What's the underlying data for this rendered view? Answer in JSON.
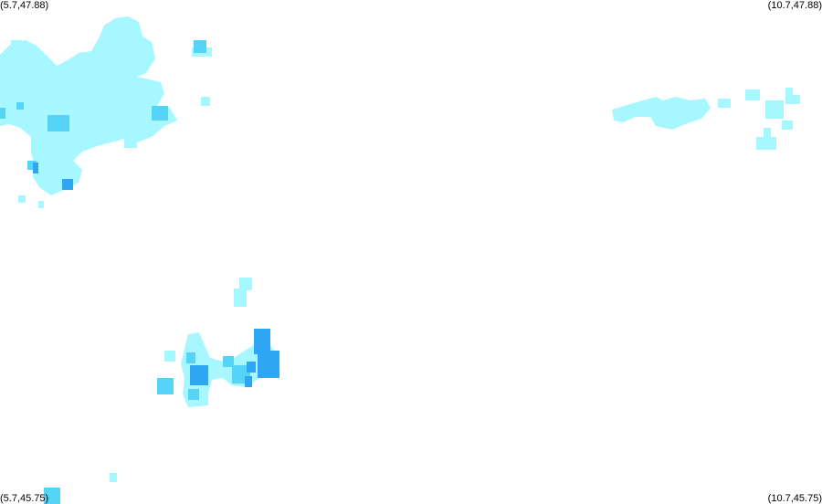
{
  "corners": {
    "top_left": "(5.7,47.88)",
    "top_right": "(10.7,47.88)",
    "bottom_left": "(5.7,45.75)",
    "bottom_right": "(10.7,45.75)"
  },
  "colors": {
    "background": "#ffffff",
    "light": "#a6f7ff",
    "medium": "#55d4f8",
    "strong": "#2ea6f2"
  }
}
